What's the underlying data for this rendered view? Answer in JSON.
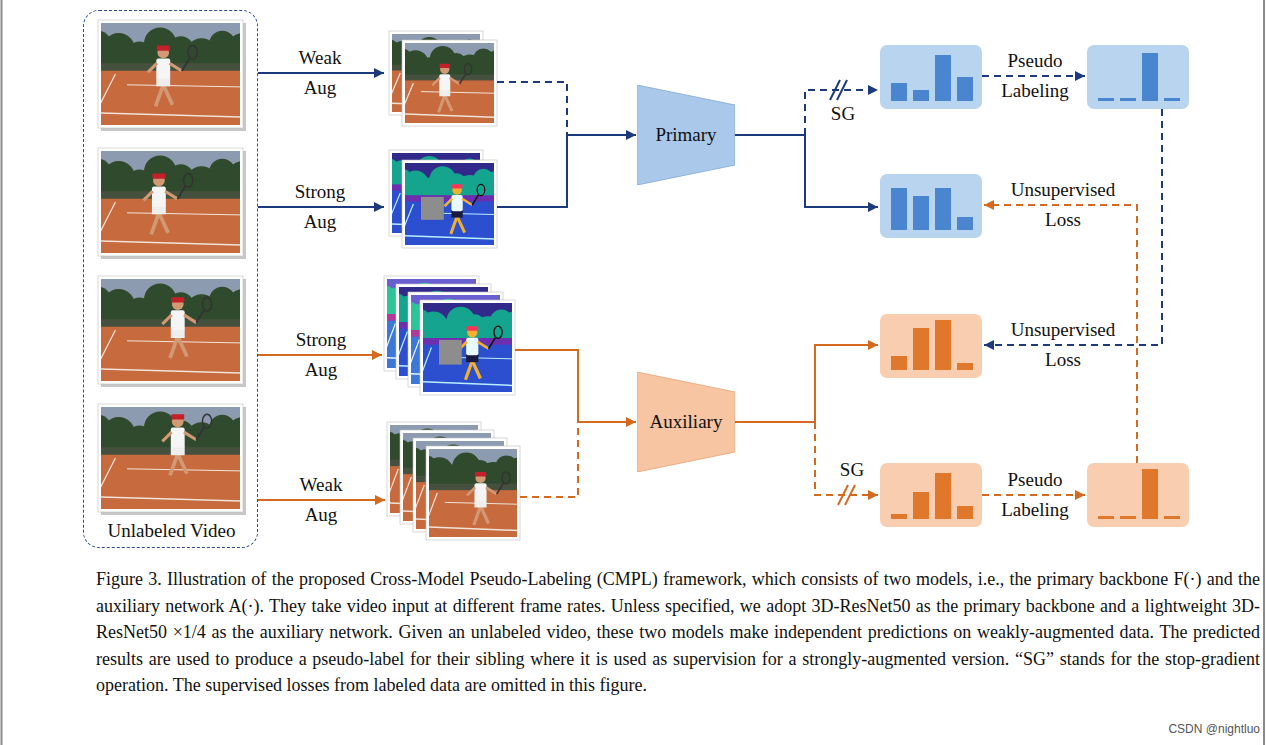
{
  "diagram": {
    "caption": "Figure 3. Illustration of the proposed Cross-Model Pseudo-Labeling (CMPL) framework, which consists of two models, i.e., the primary backbone F(·) and the auxiliary network A(·). They take video input at different frame rates. Unless specified, we adopt 3D-ResNet50 as the primary backbone and a lightweight 3D-ResNet50 ×1/4 as the auxiliary network. Given an unlabeled video, these two models make independent predictions on weakly-augmented data. The predicted results are used to produce a pseudo-label for their sibling where it is used as supervision for a strongly-augmented version. “SG” stands for the stop-gradient operation. The supervised losses from labeled data are omitted in this figure.",
    "nodes": [
      {
        "text": [
          "Unlabeled Video"
        ]
      },
      {
        "text": [
          "Primary"
        ]
      },
      {
        "text": [
          "Auxiliary"
        ]
      }
    ],
    "labels": [
      "Weak Aug",
      "Strong Aug",
      "Strong Aug",
      "Weak Aug",
      "SG",
      "Pseudo Labeling",
      "Unsupervised Loss",
      "Unsupervised Loss",
      "SG",
      "Pseudo Labeling",
      "CSDN @nightluo"
    ]
  }
}
